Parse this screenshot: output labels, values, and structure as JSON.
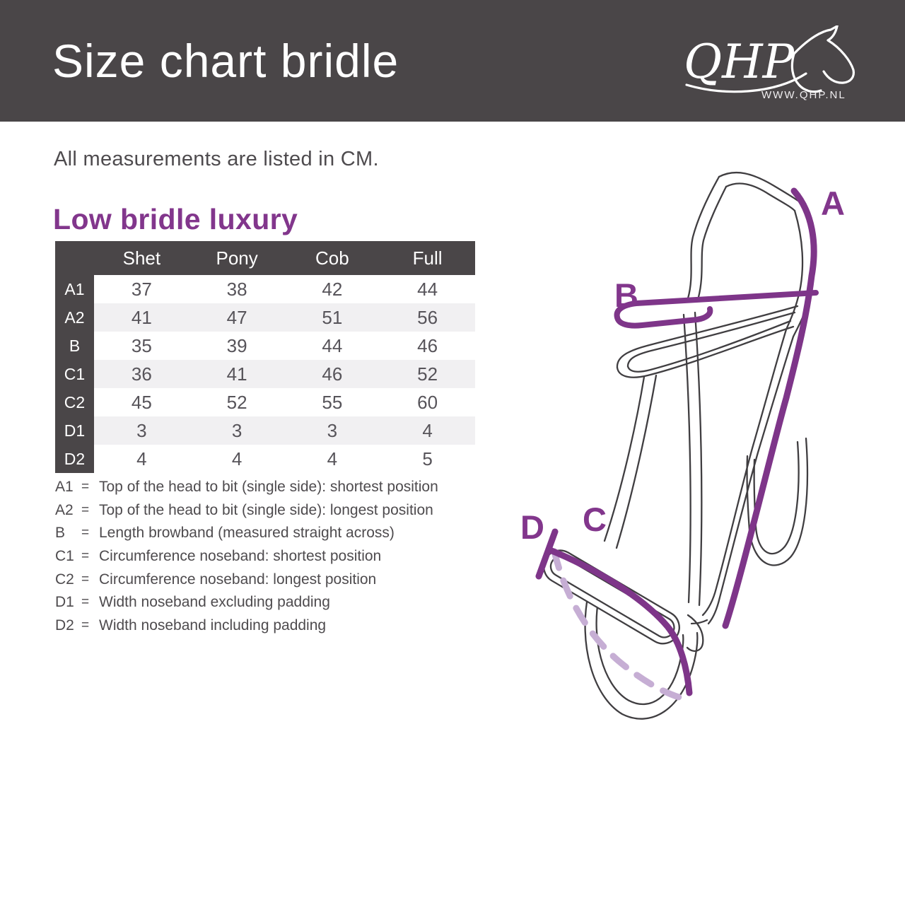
{
  "header": {
    "title": "Size chart bridle",
    "logo_text": "QHP",
    "logo_url": "WWW.QHP.NL"
  },
  "intro": "All measurements are listed in CM.",
  "section_title": "Low bridle luxury",
  "table": {
    "columns": [
      "Shet",
      "Pony",
      "Cob",
      "Full"
    ],
    "rows": [
      {
        "label": "A1",
        "values": [
          "37",
          "38",
          "42",
          "44"
        ]
      },
      {
        "label": "A2",
        "values": [
          "41",
          "47",
          "51",
          "56"
        ]
      },
      {
        "label": "B",
        "values": [
          "35",
          "39",
          "44",
          "46"
        ]
      },
      {
        "label": "C1",
        "values": [
          "36",
          "41",
          "46",
          "52"
        ]
      },
      {
        "label": "C2",
        "values": [
          "45",
          "52",
          "55",
          "60"
        ]
      },
      {
        "label": "D1",
        "values": [
          "3",
          "3",
          "3",
          "4"
        ]
      },
      {
        "label": "D2",
        "values": [
          "4",
          "4",
          "4",
          "5"
        ]
      }
    ]
  },
  "legend_eq": "=",
  "legend": [
    {
      "label": "A1",
      "text": "Top of the head to bit (single side): shortest position"
    },
    {
      "label": "A2",
      "text": "Top of the head to bit (single side): longest position"
    },
    {
      "label": "B",
      "text": "Length browband (measured straight across)"
    },
    {
      "label": "C1",
      "text": "Circumference noseband: shortest position"
    },
    {
      "label": "C2",
      "text": "Circumference noseband: longest position"
    },
    {
      "label": "D1",
      "text": "Width noseband excluding padding"
    },
    {
      "label": "D2",
      "text": "Width noseband including padding"
    }
  ],
  "diagram": {
    "labels": {
      "a": "A",
      "b": "B",
      "c": "C",
      "d": "D"
    }
  },
  "colors": {
    "banner_bg": "#4A4648",
    "accent_purple": "#82368C",
    "light_purple": "#C6AED4",
    "row_alt": "#F1F0F2",
    "sketch_gray": "#403E41"
  }
}
